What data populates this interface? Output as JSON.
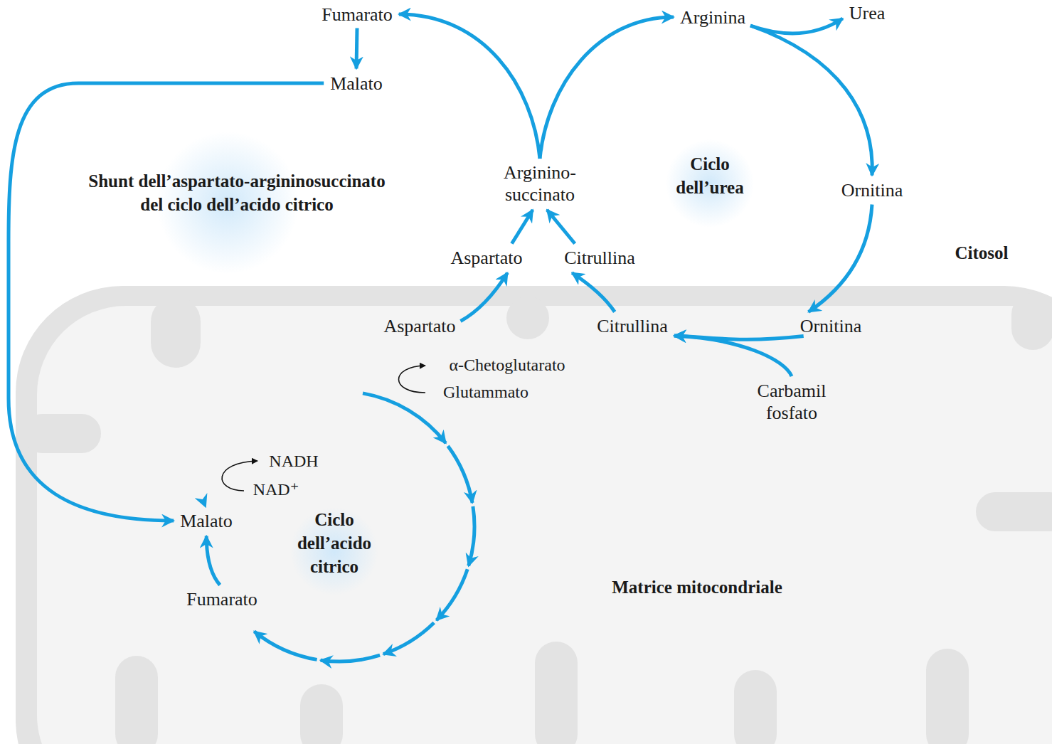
{
  "diagram": {
    "nodes": [
      {
        "text": [
          "Fumarato"
        ]
      },
      {
        "text": [
          "Arginina"
        ]
      },
      {
        "text": [
          "Urea"
        ]
      },
      {
        "text": [
          "Malato"
        ]
      },
      {
        "text": [
          "Arginino- succinato"
        ]
      },
      {
        "text": [
          "Ornitina"
        ]
      },
      {
        "text": [
          "Aspartato"
        ]
      },
      {
        "text": [
          "Citrullina"
        ]
      },
      {
        "text": [
          "Matrice mitocondriale"
        ]
      },
      {
        "text": [
          "Aspartato"
        ],
        "in": 8
      },
      {
        "text": [
          "Citrullina"
        ],
        "in": 8
      },
      {
        "text": [
          "Ornitina"
        ],
        "in": 8
      },
      {
        "text": [
          "Carbamil fosfato"
        ],
        "in": 8
      },
      {
        "text": [
          "Malato"
        ],
        "in": 8
      },
      {
        "text": [
          "Fumarato"
        ],
        "in": 8
      }
    ],
    "edges": [
      {
        "from": 4,
        "to": 0,
        "arrow": "to"
      },
      {
        "from": 4,
        "to": 1,
        "arrow": "to"
      },
      {
        "from": 1,
        "to": 2,
        "arrow": "to"
      },
      {
        "from": 1,
        "to": 5,
        "arrow": "to"
      },
      {
        "from": 0,
        "to": 3,
        "arrow": "to"
      },
      {
        "from": 5,
        "to": 11,
        "arrow": "to"
      },
      {
        "from": 11,
        "to": 10,
        "arrow": "to"
      },
      {
        "from": 12,
        "to": 10,
        "arrow": "to"
      },
      {
        "from": 10,
        "to": 7,
        "arrow": "to"
      },
      {
        "from": 9,
        "to": 6,
        "arrow": "to"
      },
      {
        "from": 6,
        "to": 4,
        "arrow": "to"
      },
      {
        "from": 7,
        "to": 4,
        "arrow": "to"
      },
      {
        "from": 3,
        "to": 13,
        "arrow": "to"
      },
      {
        "from": 13,
        "to": 9,
        "arrow": "to"
      },
      {
        "from": 14,
        "to": 13,
        "arrow": "to"
      }
    ],
    "labels": [
      "Shunt dell’aspartato-argininosuccinato del ciclo dell’acido citrico",
      "Ciclo dell’urea",
      "Citosol",
      "α-Chetoglutarato",
      "Glutammato",
      "NADH",
      "NAD⁺",
      "Ciclo dell’acido citrico"
    ]
  }
}
